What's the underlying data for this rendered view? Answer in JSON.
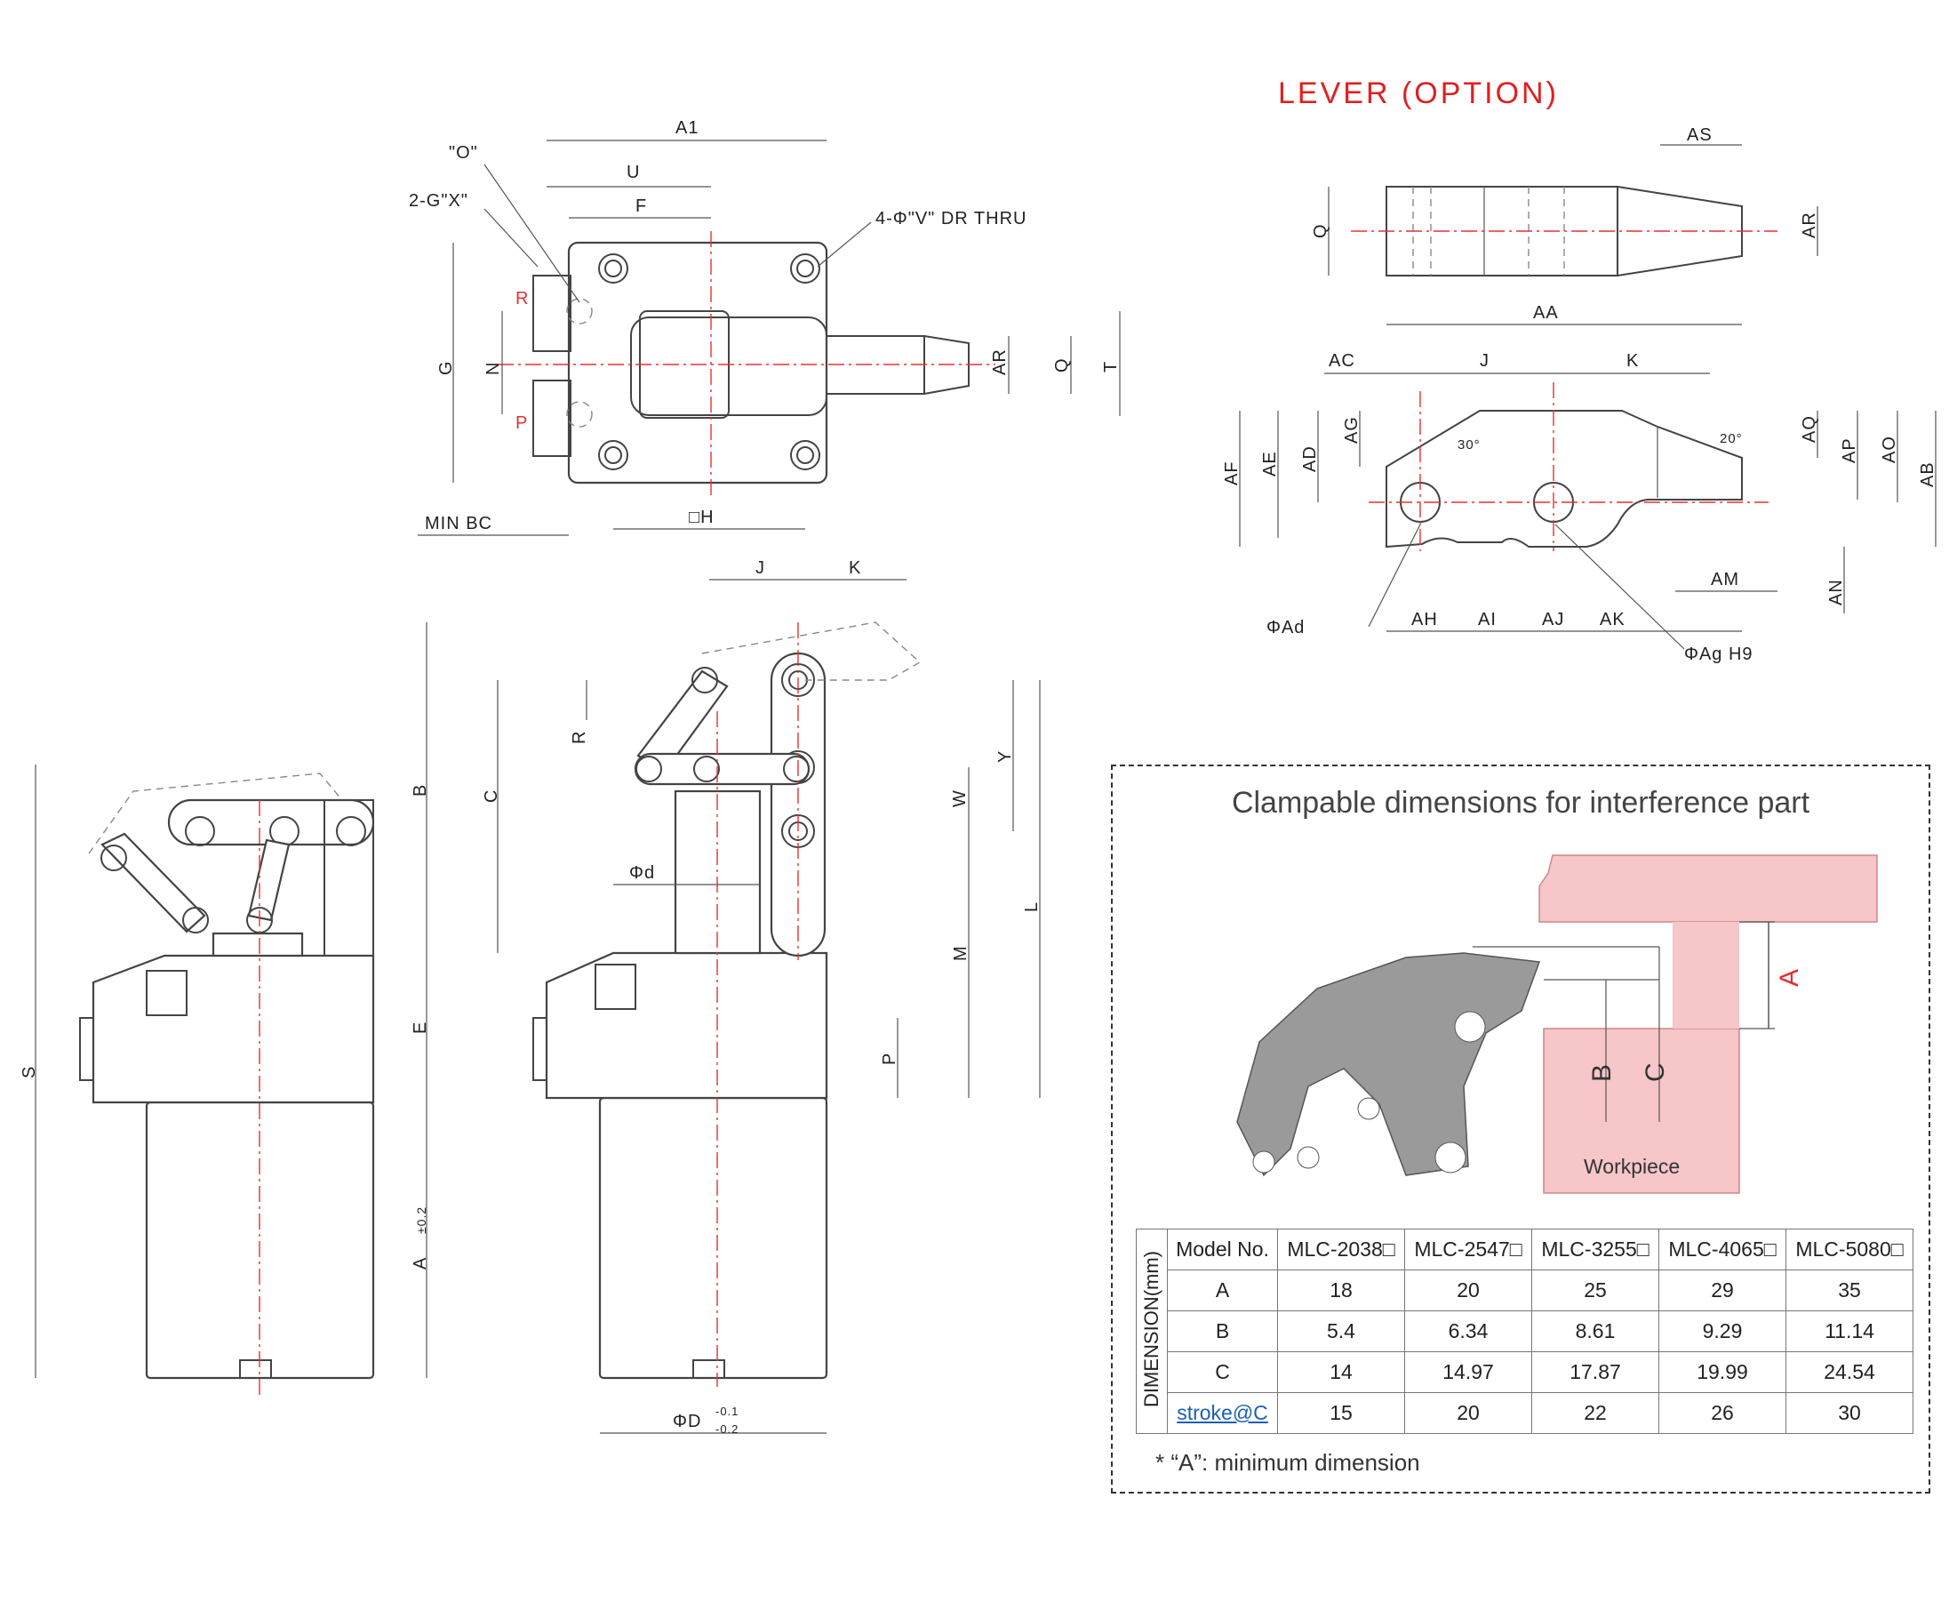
{
  "top_view": {
    "labels": {
      "A1": "A1",
      "U": "U",
      "F": "F",
      "O": "\"O\"",
      "G_X": "2-G\"X\"",
      "V": "4-Φ\"V\" DR THRU",
      "G": "G",
      "N": "N",
      "R": "R",
      "P": "P",
      "AR": "AR",
      "Q": "Q",
      "T": "T",
      "MIN_BC": "MIN BC",
      "H": "□H"
    }
  },
  "side_view": {
    "labels": {
      "J": "J",
      "K": "K",
      "B": "B",
      "C": "C",
      "R": "R",
      "Y": "Y",
      "W": "W",
      "d": "Φd",
      "L": "L",
      "M": "M",
      "E": "E",
      "P": "P",
      "A": "A",
      "A_tol": "±0.2",
      "D": "ΦD",
      "D_tol_upper": "-0.1",
      "D_tol_lower": "-0.2"
    }
  },
  "left_view": {
    "labels": {
      "S": "S"
    }
  },
  "lever": {
    "title": "LEVER (OPTION)",
    "labels": {
      "AS": "AS",
      "Q": "Q",
      "AR": "AR",
      "AA": "AA",
      "AC": "AC",
      "J": "J",
      "K": "K",
      "AF": "AF",
      "AE": "AE",
      "AD": "AD",
      "AG": "AG",
      "angle30a": "30°",
      "angle20": "20°",
      "AQ": "AQ",
      "AP": "AP",
      "AO": "AO",
      "AB": "AB",
      "AM": "AM",
      "AN": "AN",
      "Ad": "ΦAd",
      "AH": "AH",
      "AI": "AI",
      "AJ": "AJ",
      "AK": "AK",
      "Ag": "ΦAg H9"
    }
  },
  "clampable": {
    "title": "Clampable dimensions for interference part",
    "figure_labels": {
      "A": "A",
      "B": "B",
      "C": "C",
      "workpiece": "Workpiece"
    },
    "table": {
      "side_header": "DIMENSION(mm)",
      "header_label": "Model No.",
      "models": [
        "MLC-2038□",
        "MLC-2547□",
        "MLC-3255□",
        "MLC-4065□",
        "MLC-5080□"
      ],
      "rows": [
        {
          "label": "A",
          "values": [
            "18",
            "20",
            "25",
            "29",
            "35"
          ]
        },
        {
          "label": "B",
          "values": [
            "5.4",
            "6.34",
            "8.61",
            "9.29",
            "11.14"
          ]
        },
        {
          "label": "C",
          "values": [
            "14",
            "14.97",
            "17.87",
            "19.99",
            "24.54"
          ]
        },
        {
          "label": "stroke@C",
          "values": [
            "15",
            "20",
            "22",
            "26",
            "30"
          ]
        }
      ]
    },
    "footnote": "* “A”: minimum dimension"
  }
}
